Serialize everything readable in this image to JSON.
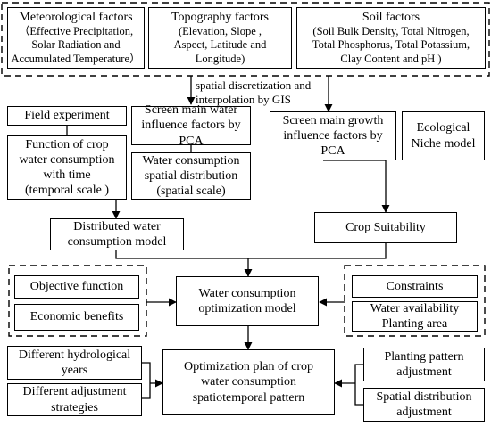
{
  "factors": {
    "meteorological": {
      "title": "Meteorological factors",
      "lines": [
        "（Effective Precipitation,",
        "Solar Radiation and",
        "Accumulated Temperature）"
      ]
    },
    "topography": {
      "title": "Topography factors",
      "lines": [
        "(Elevation, Slope ,",
        "Aspect, Latitude and",
        "Longitude)"
      ]
    },
    "soil": {
      "title": "Soil factors",
      "lines": [
        "(Soil Bulk Density, Total Nitrogen,",
        "Total Phosphorus, Total Potassium,",
        "Clay Content and pH )"
      ]
    }
  },
  "gis_label": [
    "spatial discretization and",
    "interpolation by GIS"
  ],
  "water_branch": {
    "field_experiment": "Field experiment",
    "screen_water": [
      "Screen main water",
      "influence factors by",
      "PCA"
    ],
    "function": [
      "Function of crop",
      "water consumption",
      "with time",
      "(temporal scale )"
    ],
    "spatial_distribution": [
      "Water consumption",
      "spatial distribution",
      "(spatial scale)"
    ],
    "distributed_model": [
      "Distributed water",
      "consumption model"
    ]
  },
  "growth_branch": {
    "screen_growth": [
      "Screen main growth",
      "influence factors by",
      "PCA"
    ],
    "niche_model": [
      "Ecological",
      "Niche model"
    ],
    "crop_suitability": "Crop Suitability"
  },
  "optimization": {
    "objective_function": "Objective function",
    "economic_benefits": "Economic benefits",
    "model": [
      "Water consumption",
      "optimization model"
    ],
    "constraints": "Constraints",
    "water_availability": [
      "Water availability",
      "Planting area"
    ]
  },
  "plan": {
    "hydrological_years": [
      "Different hydrological",
      "years"
    ],
    "adjustment_strategies": [
      "Different adjustment",
      "strategies"
    ],
    "optimization_plan": [
      "Optimization plan of crop",
      "water consumption",
      "spatiotemporal pattern"
    ],
    "planting_pattern": [
      "Planting pattern",
      "adjustment"
    ],
    "spatial_adjustment": [
      "Spatial distribution",
      "adjustment"
    ]
  }
}
